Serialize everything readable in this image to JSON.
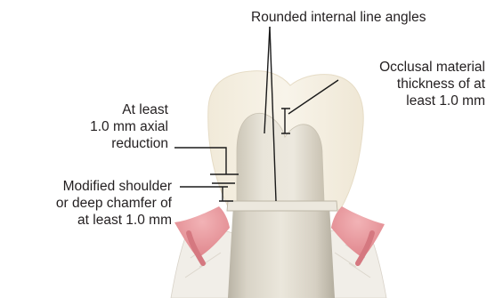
{
  "annotations": {
    "internal_angles": {
      "line1": "Rounded internal line angles"
    },
    "occlusal": {
      "line1": "Occlusal material",
      "line2": "thickness of at",
      "line3": "least 1.0 mm"
    },
    "axial": {
      "line1": "At least",
      "line2": "1.0 mm axial",
      "line3": "reduction"
    },
    "margin": {
      "line1": "Modified shoulder",
      "line2": "or deep chamfer of",
      "line3": "at least 1.0 mm"
    }
  },
  "colors": {
    "crown_outline": "#f4eee0",
    "preparation": "#e2ddd0",
    "gingiva": "#e89a9f",
    "bone": "#f3f0eb",
    "leader_lines": "#1a1a1a"
  }
}
